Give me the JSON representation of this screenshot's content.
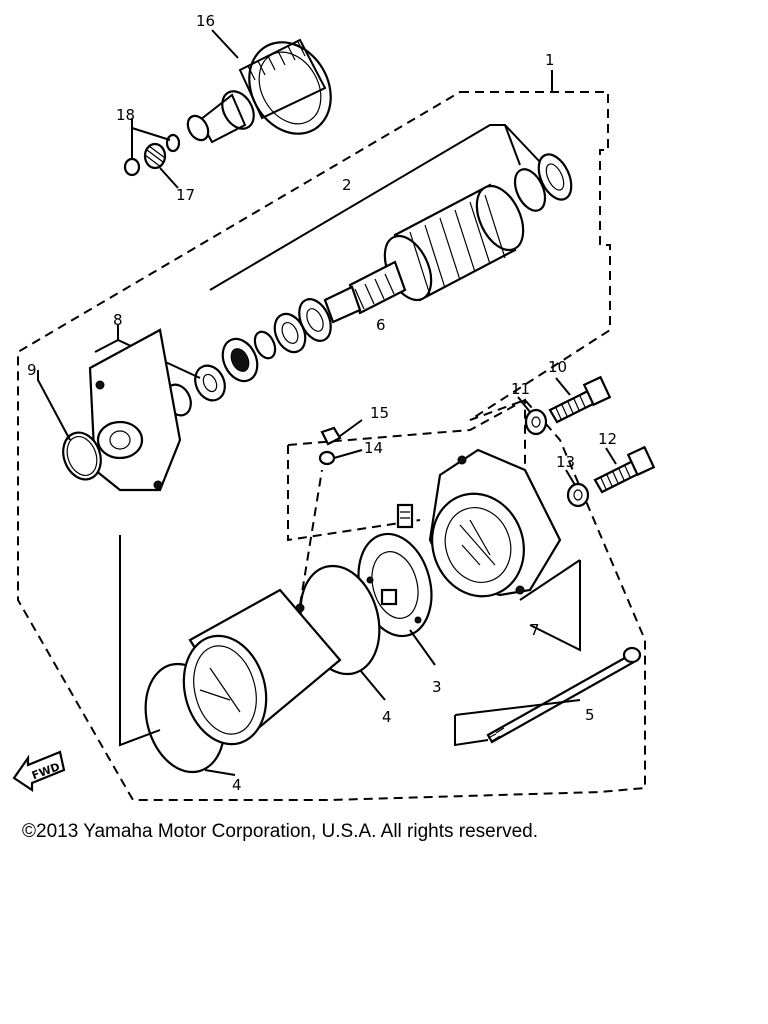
{
  "diagram": {
    "fwd_label": "FWD",
    "callouts": {
      "c1": "1",
      "c2": "2",
      "c3": "3",
      "c4a": "4",
      "c4b": "4",
      "c5": "5",
      "c6": "6",
      "c7": "7",
      "c8": "8",
      "c9": "9",
      "c10": "10",
      "c11": "11",
      "c12": "12",
      "c13": "13",
      "c14": "14",
      "c15": "15",
      "c16": "16",
      "c17": "17",
      "c18": "18"
    }
  },
  "footer": {
    "copyright": "©2013 Yamaha Motor Corporation, U.S.A. All rights reserved."
  }
}
